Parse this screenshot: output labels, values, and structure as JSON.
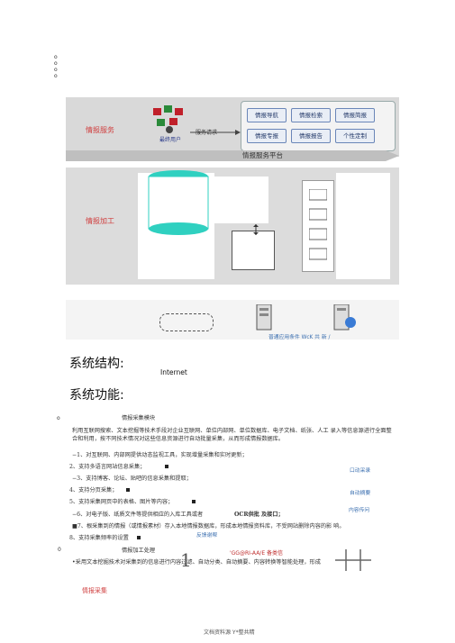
{
  "list_markers": [
    "o",
    "o",
    "o",
    "o"
  ],
  "diagram": {
    "service_label": "情报服务",
    "end_user_label": "最终用户",
    "service_request_label": "服务请求",
    "services_row1": [
      "情报导航",
      "情报检索",
      "情报简报"
    ],
    "services_row2": [
      "情报专报",
      "情报报告",
      "个性定制"
    ],
    "platform_label": "情报服务平台",
    "processing_label": "情报加工",
    "db_label": "普通应用条件 WcK 共 新 /"
  },
  "headings": {
    "structure": "系统结构:",
    "internet": "Internet",
    "function": "系统功能:"
  },
  "section1": {
    "bullet": "o",
    "title": "情报采集模块",
    "intro": "利用互联网搜索、文本挖掘等技术手段对企业互联网、单位内部网、单位数据库、电子文档、纸张、人工 录入等信息源进行全面整合和利用，按不同技术情况对这些信息资源进行自动批量采集，从而形成情报数据库。",
    "items": [
      "−1、对互联网、内部网提供动态监视工具，实现增量采集和实时更新；",
      "2、支持多语言网站信息采集；",
      "−3、支持博客、论坛、贴吧的信息采集和提取；",
      "4、支持分页采集；",
      "5、支持采集网页中的表格、图片等内容；",
      "−6、对电子版、纸质文件等提供相应的入库工具或者",
      "■7、根采集到的情报（或情报素材）存入本地情报数据库，形成本地情报资料库，不受网站删除内容的影 响。",
      "8、支持采集频率的设置"
    ],
    "ocr_note": "OCR供批 及接口；",
    "side_notes": [
      "口动采录",
      "自动摘要",
      "内容传问"
    ],
    "footnote": "反馈谢帮"
  },
  "section2": {
    "bullet": "0",
    "title": "情报加工处理",
    "note": "'GG@RI-AA/E 备类信",
    "text": "•采用文本挖掘技术对采集到的信息进行内容过滤、自动分类、自动摘要、内容转换等智能处理，形成",
    "label": "情报采集"
  },
  "footer": "文档资料源 Y*整共精"
}
